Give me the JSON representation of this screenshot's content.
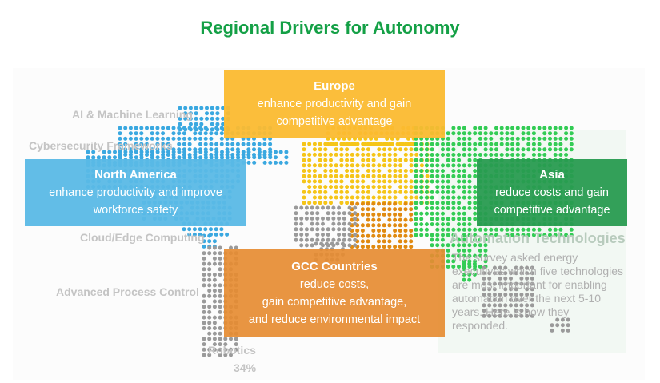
{
  "title": "Regional Drivers for Autonomy",
  "background_labels": [
    "AI & Machine Learning",
    "Cybersecurity Frameworks",
    "Cloud/Edge Computing",
    "Advanced Process Control",
    "Robotics",
    "34%"
  ],
  "background_asia": {
    "heading": "Automation Technologies",
    "body": "The survey asked energy executives which five technologies are most important for enabling automation over the next 5-10 years. Here is how they responded."
  },
  "regions": [
    {
      "name": "Europe",
      "driver_lines": [
        "enhance productivity and gain",
        "competitive advantage"
      ],
      "color": "#fbba30"
    },
    {
      "name": "North America",
      "driver_lines": [
        "enhance productivity and improve",
        "workforce safety"
      ],
      "color": "#5ab9e6"
    },
    {
      "name": "Asia",
      "driver_lines": [
        "reduce costs and gain",
        "competitive advantage"
      ],
      "color": "#289b50"
    },
    {
      "name": "GCC Countries",
      "driver_lines": [
        "reduce costs,",
        "gain competitive advantage,",
        "and reduce environmental impact"
      ],
      "color": "#e68c32"
    }
  ],
  "colors": {
    "title": "#14a046",
    "na_dots": "#3aa8e0",
    "eu_dots": "#f5c518",
    "gcc_dots": "#e08a10",
    "asia_dots": "#33cc55",
    "other_dots": "#9a9a9a"
  }
}
